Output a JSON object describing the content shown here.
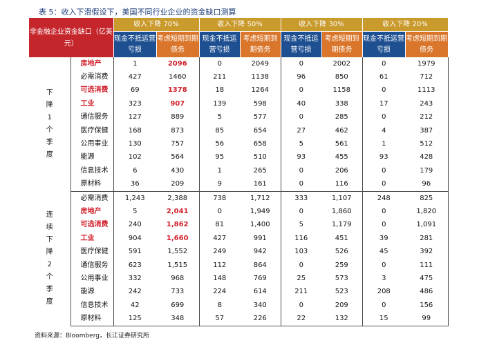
{
  "caption": "表 5：收入下滑假设下，美国不同行业企业的资金缺口测算",
  "header": {
    "corner": "非金融企业资金缺口（亿美元）",
    "groups": [
      "收入下降 70%",
      "收入下降 50%",
      "收入下降 30%",
      "收入下降 20%"
    ],
    "sub_blue": "现金不抵运营亏损",
    "sub_orange": "考虑短期到期债务"
  },
  "sections": [
    {
      "label": "下降1个季度",
      "rows": [
        {
          "name": "房地产",
          "hl": true,
          "v": [
            "1",
            "2096",
            "0",
            "2049",
            "0",
            "2002",
            "0",
            "1979"
          ]
        },
        {
          "name": "必需消费",
          "hl": false,
          "v": [
            "427",
            "1460",
            "211",
            "1138",
            "96",
            "850",
            "61",
            "712"
          ]
        },
        {
          "name": "可选消费",
          "hl": true,
          "v": [
            "69",
            "1378",
            "18",
            "1264",
            "0",
            "1158",
            "0",
            "1113"
          ]
        },
        {
          "name": "工业",
          "hl": true,
          "v": [
            "323",
            "907",
            "139",
            "598",
            "40",
            "338",
            "17",
            "243"
          ]
        },
        {
          "name": "通信服务",
          "hl": false,
          "v": [
            "127",
            "889",
            "5",
            "577",
            "0",
            "285",
            "0",
            "212"
          ]
        },
        {
          "name": "医疗保健",
          "hl": false,
          "v": [
            "168",
            "873",
            "85",
            "654",
            "27",
            "462",
            "4",
            "387"
          ]
        },
        {
          "name": "公用事业",
          "hl": false,
          "v": [
            "130",
            "757",
            "56",
            "658",
            "5",
            "561",
            "1",
            "512"
          ]
        },
        {
          "name": "能源",
          "hl": false,
          "v": [
            "102",
            "564",
            "95",
            "510",
            "93",
            "455",
            "93",
            "428"
          ]
        },
        {
          "name": "信息技术",
          "hl": false,
          "v": [
            "6",
            "430",
            "1",
            "265",
            "0",
            "206",
            "0",
            "179"
          ]
        },
        {
          "name": "原材料",
          "hl": false,
          "v": [
            "36",
            "209",
            "9",
            "161",
            "0",
            "116",
            "0",
            "96"
          ]
        }
      ]
    },
    {
      "label": "连续下降2个季度",
      "rows": [
        {
          "name": "必需消费",
          "hl": false,
          "v": [
            "1,243",
            "2,388",
            "738",
            "1,712",
            "333",
            "1,107",
            "248",
            "825"
          ]
        },
        {
          "name": "房地产",
          "hl": true,
          "v": [
            "5",
            "2,041",
            "0",
            "1,949",
            "0",
            "1,860",
            "0",
            "1,820"
          ]
        },
        {
          "name": "可选消费",
          "hl": true,
          "v": [
            "240",
            "1,862",
            "81",
            "1,400",
            "5",
            "1,179",
            "0",
            "1,091"
          ]
        },
        {
          "name": "工业",
          "hl": true,
          "v": [
            "904",
            "1,660",
            "427",
            "991",
            "116",
            "451",
            "39",
            "281"
          ]
        },
        {
          "name": "医疗保健",
          "hl": false,
          "v": [
            "591",
            "1,552",
            "249",
            "942",
            "103",
            "526",
            "45",
            "392"
          ]
        },
        {
          "name": "通信服务",
          "hl": false,
          "v": [
            "623",
            "1,515",
            "112",
            "864",
            "0",
            "259",
            "0",
            "111"
          ]
        },
        {
          "name": "公用事业",
          "hl": false,
          "v": [
            "332",
            "968",
            "148",
            "769",
            "25",
            "573",
            "3",
            "475"
          ]
        },
        {
          "name": "能源",
          "hl": false,
          "v": [
            "242",
            "733",
            "224",
            "614",
            "211",
            "523",
            "208",
            "486"
          ]
        },
        {
          "name": "信息技术",
          "hl": false,
          "v": [
            "42",
            "699",
            "8",
            "340",
            "0",
            "209",
            "0",
            "156"
          ]
        },
        {
          "name": "原材料",
          "hl": false,
          "v": [
            "125",
            "348",
            "57",
            "226",
            "22",
            "132",
            "15",
            "99"
          ]
        }
      ]
    }
  ],
  "source": "资料来源：Bloomberg，长江证券研究所"
}
